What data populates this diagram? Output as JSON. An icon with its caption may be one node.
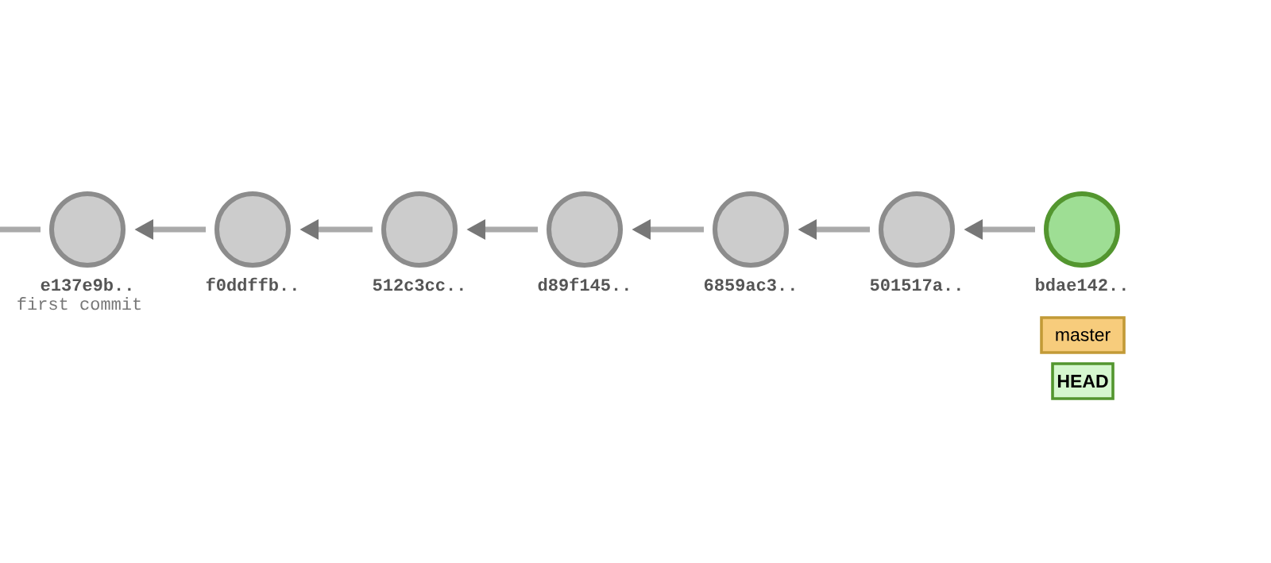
{
  "diagram": {
    "nodes": [
      {
        "text": [
          "e137e9b..",
          "first commit"
        ]
      },
      {
        "text": [
          "f0ddffb.."
        ]
      },
      {
        "text": [
          "512c3cc.."
        ]
      },
      {
        "text": [
          "d89f145.."
        ]
      },
      {
        "text": [
          "6859ac3.."
        ]
      },
      {
        "text": [
          "501517a.."
        ]
      },
      {
        "text": [
          "bdae142.."
        ]
      },
      {
        "text": [
          "master"
        ]
      },
      {
        "text": [
          "HEAD"
        ]
      }
    ],
    "edges": [
      {
        "from": null,
        "to": 0,
        "arrow": "none"
      },
      {
        "from": 1,
        "to": 0,
        "arrow": "to"
      },
      {
        "from": 2,
        "to": 1,
        "arrow": "to"
      },
      {
        "from": 3,
        "to": 2,
        "arrow": "to"
      },
      {
        "from": 4,
        "to": 3,
        "arrow": "to"
      },
      {
        "from": 5,
        "to": 4,
        "arrow": "to"
      },
      {
        "from": 6,
        "to": 5,
        "arrow": "to"
      }
    ]
  }
}
